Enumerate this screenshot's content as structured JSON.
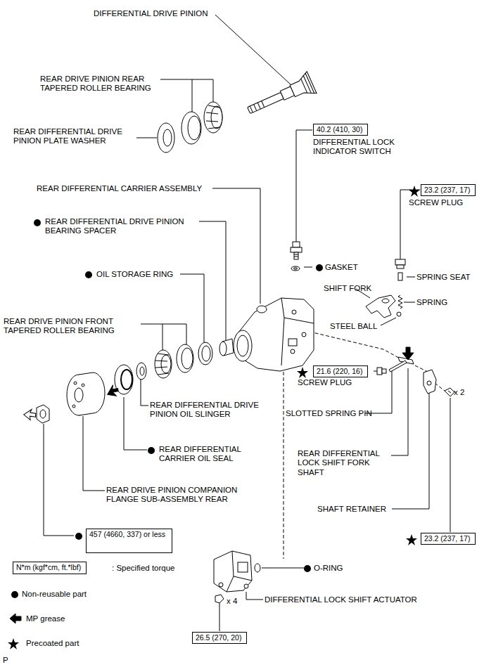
{
  "diagram": {
    "nodes": [
      {
        "text": [
          "40.2 (410, 30)"
        ]
      },
      {
        "text": [
          "23.2 (237, 17)"
        ]
      },
      {
        "text": [
          "21.6 (220, 16)"
        ]
      },
      {
        "text": [
          "457 (4660, 337) or less"
        ]
      },
      {
        "text": [
          "23.2 (237, 17)"
        ]
      },
      {
        "text": [
          "N*m (kgf*cm, ft.*lbf)"
        ]
      },
      {
        "text": [
          "26.5 (270, 20)"
        ]
      }
    ],
    "labels": [
      "DIFFERENTIAL DRIVE PINION",
      "REAR DRIVE PINION REAR TAPERED ROLLER BEARING",
      "REAR DIFFERENTIAL DRIVE PINION PLATE WASHER",
      "DIFFERENTIAL LOCK INDICATOR SWITCH",
      "SCREW PLUG",
      "REAR DIFFERENTIAL CARRIER ASSEMBLY",
      "REAR DIFFERENTIAL DRIVE PINION BEARING SPACER",
      "SPRING SEAT",
      "GASKET",
      "SHIFT FORK",
      "SPRING",
      "OIL STORAGE RING",
      "STEEL BALL",
      "REAR DRIVE PINION FRONT TAPERED ROLLER BEARING",
      "SCREW PLUG",
      "REAR DIFFERENTIAL DRIVE PINION OIL SLINGER",
      "SLOTTED SPRING PIN",
      "REAR DIFFERENTIAL CARRIER OIL SEAL",
      "REAR DIFFERENTIAL LOCK SHIFT FORK SHAFT",
      "x 2",
      "REAR DRIVE PINION COMPANION FLANGE SUB-ASSEMBLY REAR",
      "SHAFT RETAINER",
      "O-RING",
      "DIFFERENTIAL LOCK SHIFT ACTUATOR",
      "x 4",
      "P"
    ],
    "legend": [
      {
        "text": ": Specified torque"
      },
      {
        "text": "Non-reusable part"
      },
      {
        "text": "MP grease"
      },
      {
        "text": "Precoated part"
      }
    ]
  }
}
